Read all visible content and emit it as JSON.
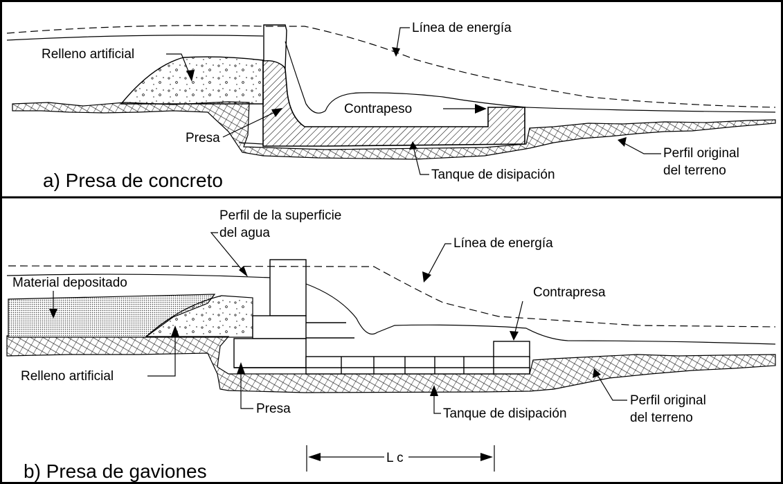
{
  "panel_a": {
    "title": "a) Presa de concreto",
    "labels": {
      "energy_line": "Línea de energía",
      "artificial_fill": "Relleno artificial",
      "counterweight": "Contrapeso",
      "dam": "Presa",
      "original_profile_1": "Perfil original",
      "original_profile_2": "del terreno",
      "stilling_basin": "Tanque de disipación"
    }
  },
  "panel_b": {
    "title": "b) Presa de gaviones",
    "labels": {
      "water_surface_1": "Perfil de la superficie",
      "water_surface_2": "del agua",
      "energy_line": "Línea de energía",
      "deposited_material": "Material depositado",
      "counter_dam": "Contrapresa",
      "artificial_fill": "Relleno artificial",
      "dam": "Presa",
      "stilling_basin": "Tanque de disipación",
      "original_profile_1": "Perfil original",
      "original_profile_2": "del terreno",
      "length": "L c"
    }
  }
}
